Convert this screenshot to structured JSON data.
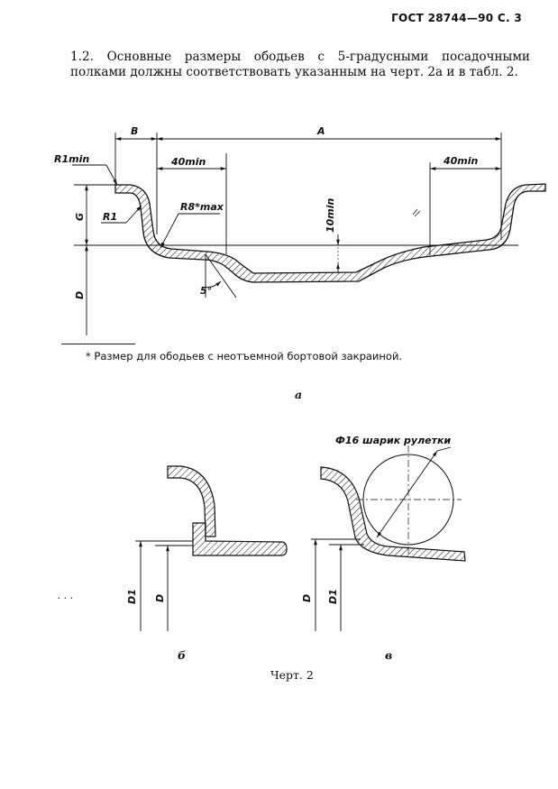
{
  "header": "ГОСТ 28744—90 С. 3",
  "paragraph": "1.2. Основные размеры ободьев с 5-градусными посадочными полками должны соответствовать указанным на черт. 2а и в табл. 2.",
  "drawing_a": {
    "label_B": "B",
    "label_A": "A",
    "label_R1min": "R1min",
    "label_40min_left": "40min",
    "label_40min_right": "40min",
    "label_G": "G",
    "label_R1": "R1",
    "label_R8max": "R8*max",
    "label_10min": "10min",
    "label_5deg": "5°",
    "label_D": "D"
  },
  "footnote": "* Размер для ободьев с неотъемной бортовой закраиной.",
  "caption_a": "а",
  "drawing_b": {
    "label_D1": "D1",
    "label_D": "D"
  },
  "drawing_v": {
    "label_ball": "Ф16 шарик рулетки",
    "label_D": "D",
    "label_D1": "D1"
  },
  "caption_b": "б",
  "caption_v": "в",
  "figure_caption": "Черт. 2"
}
